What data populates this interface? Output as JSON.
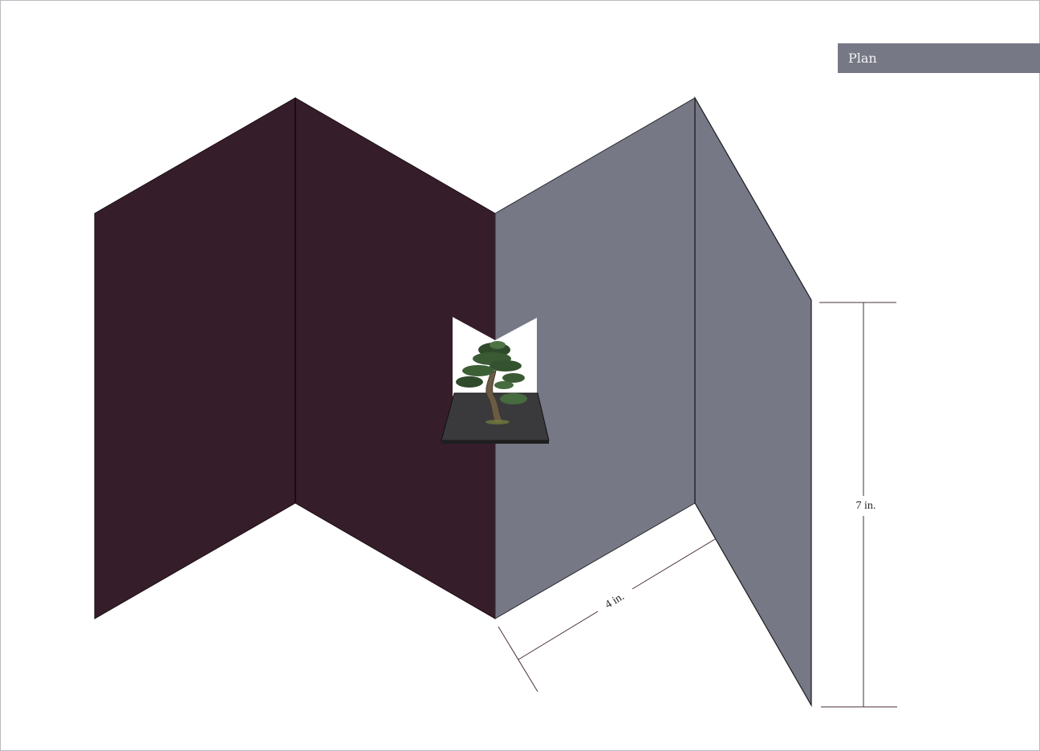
{
  "header": {
    "tab_label": "Plan"
  },
  "colors": {
    "left_panels": "#361d2a",
    "right_panels": "#767885",
    "tab_background": "#767885",
    "shelf": "#3a3a3c",
    "dimension_line": "#4a2f3a",
    "niche": "#ffffff"
  },
  "dimensions": {
    "height_label": "7 in.",
    "depth_label": "4 in."
  },
  "diagram": {
    "subject": "bonsai-tree",
    "description": "Folded four-panel display wall with a niche holding a bonsai tree on a shelf"
  }
}
